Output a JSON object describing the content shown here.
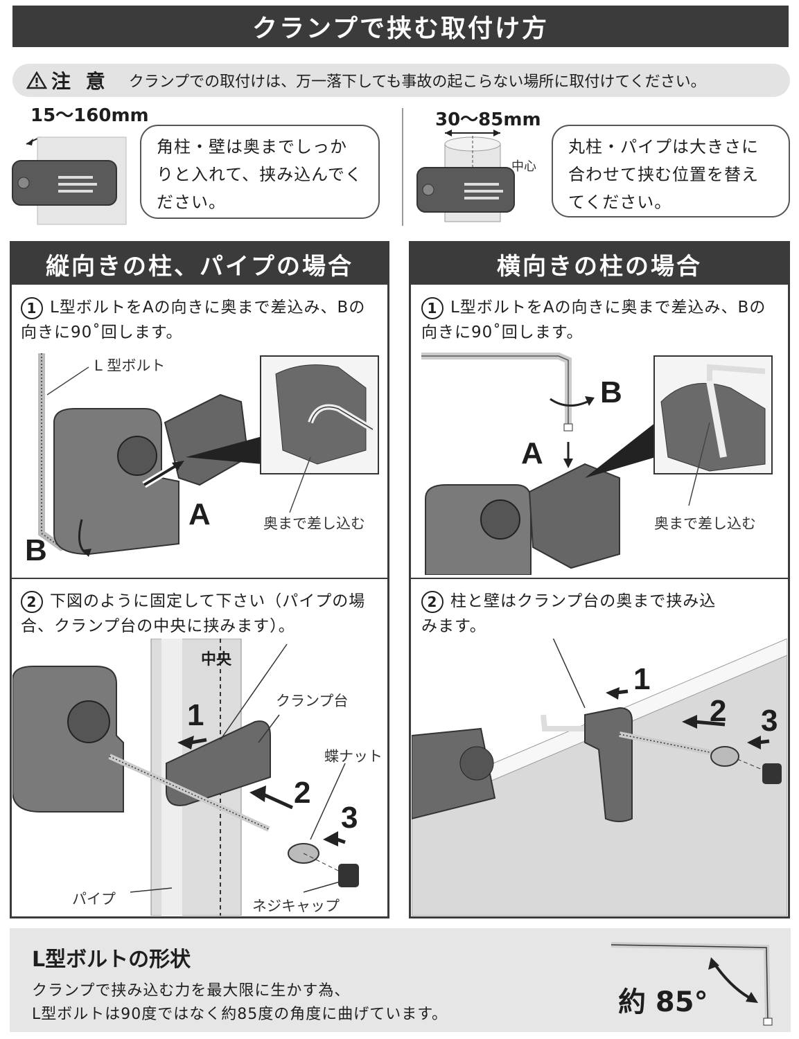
{
  "header": {
    "title": "クランプで挟む取付け方"
  },
  "caution": {
    "label": "注 意",
    "text": "クランプでの取付けは、万一落下しても事故の起こらない場所に取付けてください。"
  },
  "top_left": {
    "dimension": "15〜160mm",
    "note": "角柱・壁は奥までしっかりと入れて、挟み込んでください。"
  },
  "top_right": {
    "dimension": "30〜85mm",
    "center_label": "中心",
    "note": "丸柱・パイプは大きさに合わせて挟む位置を替えてください。"
  },
  "left_panel": {
    "title": "縦向きの柱、パイプの場合",
    "step1": {
      "num": "1",
      "text": "L型ボルトをAの向きに奥まで差込み、Bの向きに90˚回します。",
      "label_bolt": "L 型ボルト",
      "label_insert": "奥まで差し込む",
      "label_a": "A",
      "label_b": "B"
    },
    "step2": {
      "num": "2",
      "text": "下図のように固定して下さい（パイプの場合、クランプ台の中央に挟みます）。",
      "label_center": "中央",
      "label_clamp": "クランプ台",
      "label_nut": "蝶ナット",
      "label_pipe": "パイプ",
      "label_cap": "ネジキャップ",
      "n1": "1",
      "n2": "2",
      "n3": "3"
    }
  },
  "right_panel": {
    "title": "横向きの柱の場合",
    "step1": {
      "num": "1",
      "text": "L型ボルトをAの向きに奥まで差込み、Bの向きに90˚回します。",
      "label_insert": "奥まで差し込む",
      "label_a": "A",
      "label_b": "B"
    },
    "step2": {
      "num": "2",
      "text": "柱と壁はクランプ台の奥まで挟み込みます。",
      "n1": "1",
      "n2": "2",
      "n3": "3"
    }
  },
  "bolt_shape": {
    "title": "L型ボルトの形状",
    "line1": "クランプで挟み込む力を最大限に生かす為、",
    "line2": "L型ボルトは90度ではなく約85度の角度に曲げています。",
    "angle_label": "約 85°"
  }
}
